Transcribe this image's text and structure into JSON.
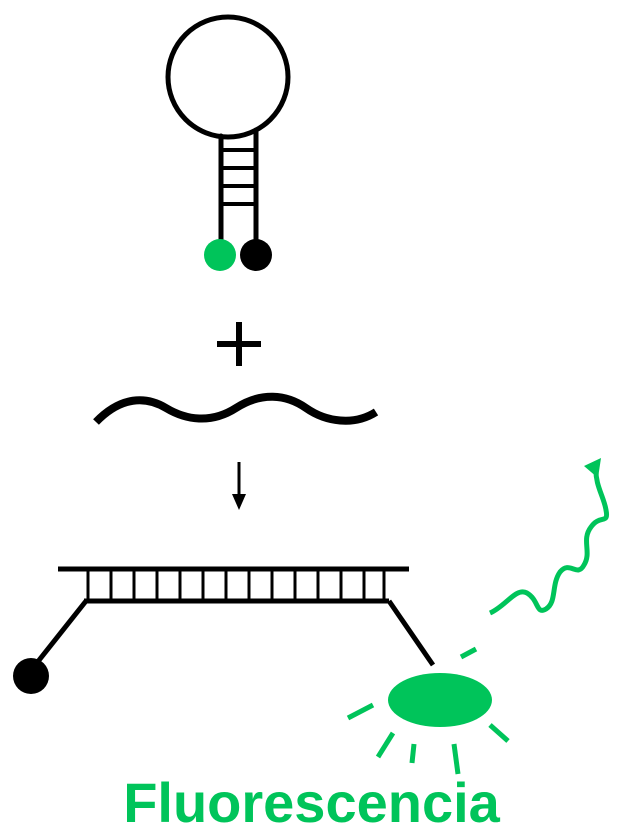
{
  "caption": "Fluorescencia",
  "colors": {
    "fluor": "#00c45a",
    "ink": "#000000",
    "background": "#ffffff"
  },
  "icons": [
    "hairpin-probe",
    "plus-sign",
    "target-strand",
    "reaction-arrow",
    "hybridized-duplex",
    "quencher-dot",
    "fluorophore",
    "emitted-light-wave"
  ]
}
